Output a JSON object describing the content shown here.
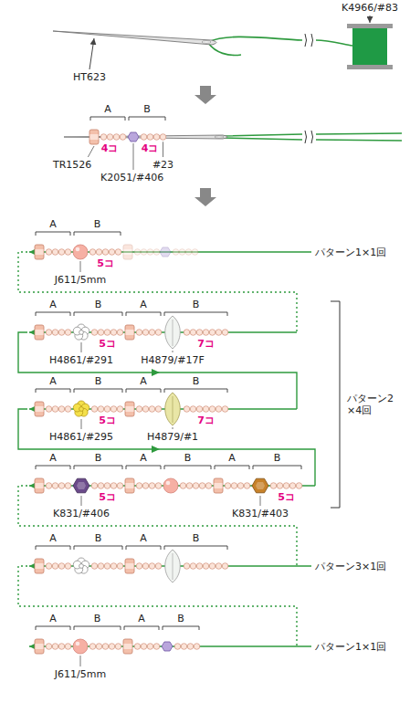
{
  "diagram": {
    "labels": [
      "HT623",
      "K4966/#83",
      "A",
      "B",
      "4コ",
      "4コ",
      "TR1526",
      "#23",
      "K2051/#406",
      "A",
      "B",
      "5コ",
      "J611/5mm",
      "パターン1×1回",
      "A",
      "B",
      "A",
      "B",
      "5コ",
      "H4861/#291",
      "7コ",
      "H4879/#17F",
      "A",
      "B",
      "A",
      "B",
      "5コ",
      "H4861/#295",
      "7コ",
      "H4879/#1",
      "A",
      "B",
      "A",
      "B",
      "A",
      "B",
      "5コ",
      "K831/#406",
      "5コ",
      "K831/#403",
      "パターン2 ×4回",
      "A",
      "B",
      "A",
      "B",
      "パターン3×1回",
      "A",
      "B",
      "A",
      "B",
      "J611/5mm",
      "パターン1×1回"
    ]
  }
}
